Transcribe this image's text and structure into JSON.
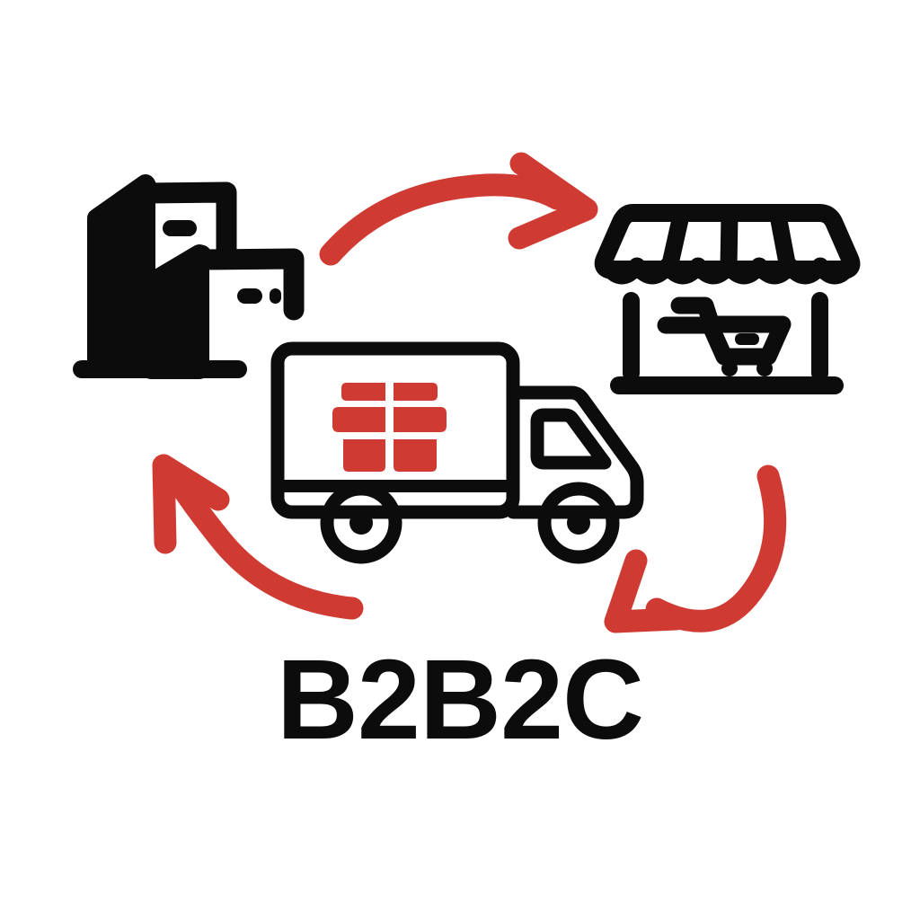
{
  "diagram": {
    "title": "B2B2C",
    "type": "cycle-diagram",
    "background_color": "#FFFFFF",
    "accent_color": "#CF3B33",
    "ink_color": "#0C0C0C",
    "caption": {
      "text": "B2B2C",
      "color": "#0C0C0C",
      "weight": "bold"
    },
    "nodes": [
      {
        "id": "manufacturer",
        "icon": "factory-buildings-icon",
        "label": "",
        "color": "#0C0C0C",
        "position": "top-left",
        "meaning": "Business / Manufacturer"
      },
      {
        "id": "retailer",
        "icon": "storefront-icon",
        "label": "",
        "color": "#0C0C0C",
        "position": "top-right",
        "meaning": "Business / Retail store"
      },
      {
        "id": "delivery",
        "icon": "delivery-truck-icon",
        "label": "",
        "color": "#0C0C0C",
        "accent_color": "#CF3B33",
        "position": "center",
        "meaning": "Delivery / Logistics"
      }
    ],
    "arrows": [
      {
        "id": "arrow-top",
        "from": "manufacturer",
        "to": "retailer",
        "direction": "right",
        "color": "#CF3B33",
        "style": "curved"
      },
      {
        "id": "arrow-bottom-right",
        "from": "retailer",
        "to": "consumer",
        "direction": "down-left",
        "color": "#CF3B33",
        "style": "curved"
      },
      {
        "id": "arrow-bottom-left",
        "from": "consumer",
        "to": "manufacturer",
        "direction": "up-left",
        "color": "#CF3B33",
        "style": "curved"
      }
    ],
    "icon_names": {
      "factory": "factory-buildings-icon",
      "store": "storefront-icon",
      "truck": "delivery-truck-icon",
      "gift": "gift-package-icon",
      "cart": "shopping-cart-icon",
      "awning": "shop-awning-icon",
      "arrow_right": "curved-arrow-right-icon",
      "arrow_down_left": "curved-arrow-down-left-icon",
      "arrow_up_left": "curved-arrow-up-left-icon"
    }
  }
}
